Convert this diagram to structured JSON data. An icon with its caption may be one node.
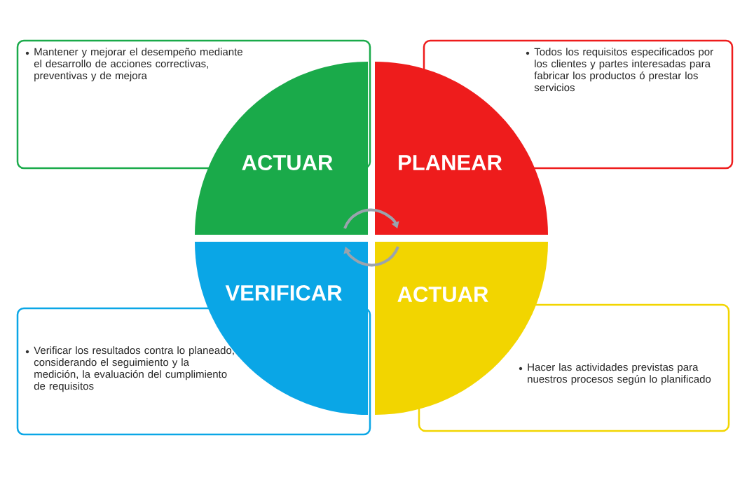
{
  "diagram": {
    "nodes": [
      {
        "text": [
          "Mantener y mejorar el desempeño mediante el desarrollo de acciones correctivas, preventivas y de mejora"
        ]
      },
      {
        "text": [
          "Todos los requisitos especificados por los clientes y partes interesadas para fabricar los productos ó prestar los servicios"
        ]
      },
      {
        "text": [
          "ACTUAR"
        ]
      },
      {
        "text": [
          "PLANEAR"
        ]
      },
      {
        "text": [
          "VERIFICAR"
        ]
      },
      {
        "text": [
          "ACTUAR"
        ]
      },
      {
        "text": [
          "Verificar los resultados contra lo planeado, considerando el seguimiento y la medición, la evaluación del cumplimiento de requisitos"
        ]
      },
      {
        "text": [
          "Hacer las actividades previstas para nuestros procesos según lo planificado"
        ]
      }
    ],
    "edges": [
      {
        "from": 2,
        "to": 3,
        "arrow": "to"
      },
      {
        "from": 5,
        "to": 4,
        "arrow": "to"
      }
    ]
  }
}
